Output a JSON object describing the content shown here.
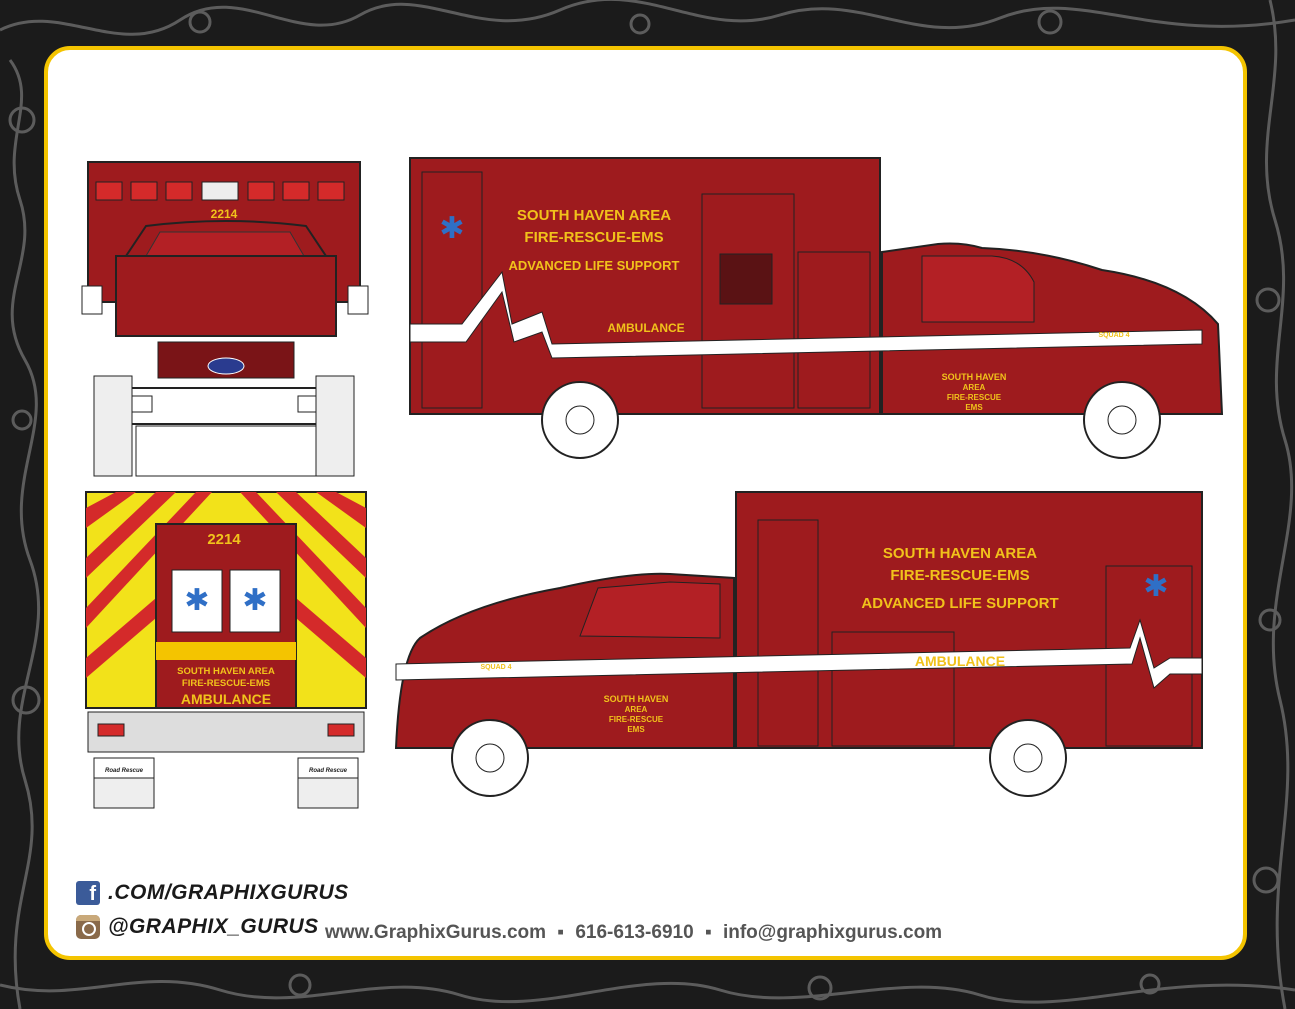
{
  "colors": {
    "body_red": "#9e1b1e",
    "accent_yellow": "#f4c400",
    "lettering_gold": "#f1c21b",
    "stripe_white": "#ffffff",
    "star_of_life_blue": "#2f6fc6",
    "chevron_yellow": "#f2e21a"
  },
  "front_view": {
    "unit_number": "2214"
  },
  "rear_view": {
    "unit_number": "2214",
    "line1": "SOUTH HAVEN AREA",
    "line2": "FIRE-RESCUE-EMS",
    "line3": "AMBULANCE",
    "mudflap_left": "Road Rescue",
    "mudflap_right": "Road Rescue"
  },
  "driver_side": {
    "line1": "SOUTH HAVEN AREA",
    "line2": "FIRE-RESCUE-EMS",
    "line3": "ADVANCED LIFE SUPPORT",
    "stripe_text": "AMBULANCE",
    "cab_unit": "SQUAD 4",
    "door_line1": "SOUTH HAVEN",
    "door_line2": "AREA",
    "door_line3": "FIRE-RESCUE",
    "door_line4": "EMS"
  },
  "passenger_side": {
    "line1": "SOUTH HAVEN AREA",
    "line2": "FIRE-RESCUE-EMS",
    "line3": "ADVANCED LIFE SUPPORT",
    "stripe_text": "AMBULANCE",
    "cab_unit": "SQUAD 4",
    "door_line1": "SOUTH HAVEN",
    "door_line2": "AREA",
    "door_line3": "FIRE-RESCUE",
    "door_line4": "EMS"
  },
  "footer": {
    "facebook_icon": "facebook-icon",
    "facebook_text": ".COM/GRAPHIXGURUS",
    "instagram_icon": "instagram-icon",
    "instagram_text": "@GRAPHIX_GURUS",
    "website": "www.GraphixGurus.com",
    "phone": "616-613-6910",
    "email": "info@graphixgurus.com",
    "separator": "▪"
  }
}
